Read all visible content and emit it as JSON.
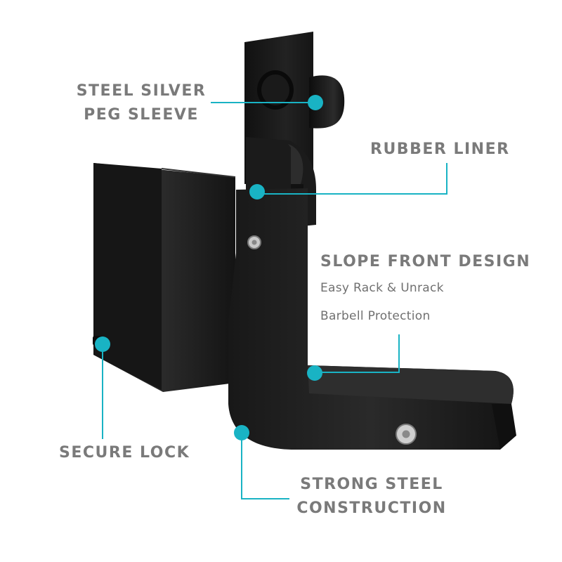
{
  "callouts": {
    "peg_sleeve": {
      "line1": "STEEL SILVER",
      "line2": "PEG SLEEVE"
    },
    "rubber_liner": {
      "text": "RUBBER LINER"
    },
    "slope_front": {
      "title": "SLOPE FRONT DESIGN",
      "detail1": "Easy Rack & Unrack",
      "detail2": "Barbell Protection"
    },
    "secure_lock": {
      "text": "SECURE LOCK"
    },
    "strong_steel": {
      "line1": "STRONG STEEL",
      "line2": "CONSTRUCTION"
    }
  },
  "colors": {
    "accent": "#19b3c4",
    "label_text": "#7a7a7a",
    "product_black": "#1c1c1c",
    "background": "#ffffff"
  }
}
